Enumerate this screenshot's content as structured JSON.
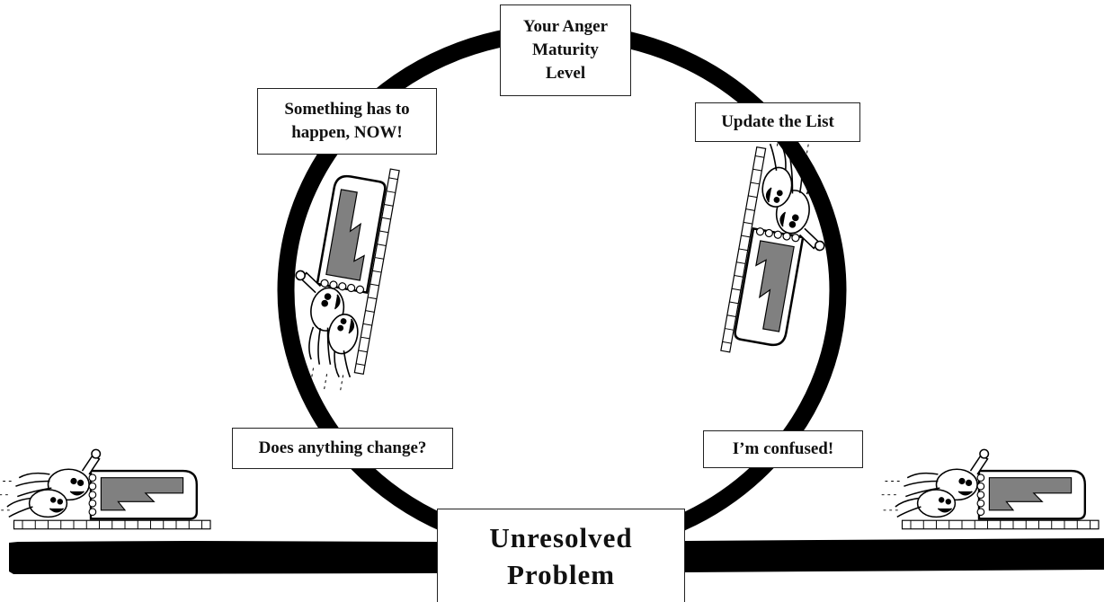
{
  "diagram": {
    "labels": {
      "top": "Your Anger\nMaturity\nLevel",
      "upper_left": "Something has to\nhappen, NOW!",
      "upper_right": "Update the List",
      "lower_left": "Does anything change?",
      "lower_right": "I’m confused!",
      "bottom": "Unresolved\nProblem"
    },
    "colors": {
      "line": "#000000",
      "background": "#ffffff",
      "car_stripe": "#808080"
    },
    "icons": [
      "roller-coaster-car-icon"
    ]
  }
}
